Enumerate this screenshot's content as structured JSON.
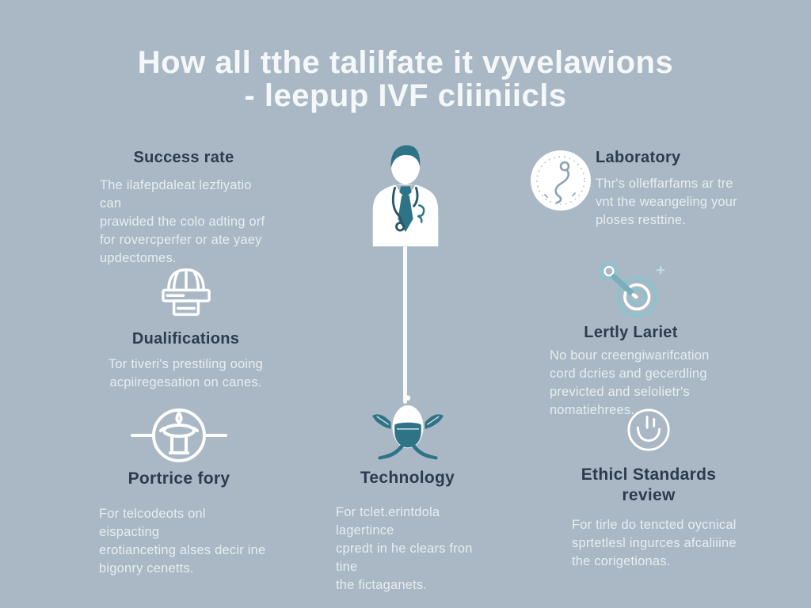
{
  "title": {
    "line1": "How all tthe talilfate it vyvelawions",
    "line2": "- leepup IVF cliiniicls"
  },
  "sections": {
    "success_rate": {
      "heading": "Success rate",
      "body": "The ilafepdaleat lezfiyatio can\nprawided the colo adting orf\nfor rovercperfer or ate yaey\nupdectomes."
    },
    "laboratory": {
      "heading": "Laboratory",
      "icon": "laboratory-seal-icon",
      "body": "Thr's olleffarfams ar tre\nvnt the weangeling your\nploses resttine."
    },
    "qualifications": {
      "heading": "Dualifications",
      "icon": "graduation-cap-icon",
      "body": "Tor tiveri's prestiling ooing\nacpiiregesation on canes."
    },
    "lariet": {
      "heading": "Lertly Lariet",
      "icon": "egg-needle-icon",
      "body": "No bour creengiwarifcation\ncord dcries and gecerdling\nprevicted and selolietr's\nnomatiehrees."
    },
    "portrice": {
      "heading": "Portrice fory",
      "icon": "burner-cup-icon",
      "body": "For telcodeots onl eispacting\nerotianceting alses decir ine\nbigonry cenetts."
    },
    "technology": {
      "heading": "Technology",
      "icon": "embryo-scope-icon",
      "body": "For tclet.erintdola lagertince\ncpredt in he clears fron tine\nthe fictaganets."
    },
    "ethics": {
      "heading": "Ethicl Standards\nreview",
      "icon": "smile-circle-icon",
      "body": "For tirle do tencted oycnical\nsprtetlesl ingurces afcaliiine\nthe corigetionas."
    }
  },
  "center": {
    "icon": "doctor-icon",
    "connector": "vertical-line"
  },
  "colors": {
    "background": "#a9b8c4",
    "title_text": "#f4f8fa",
    "heading_text": "#2d3b4e",
    "body_text": "#e7edf2",
    "teal_accent": "#2f7486",
    "light_teal": "#8fc2cc",
    "white": "#ffffff"
  }
}
